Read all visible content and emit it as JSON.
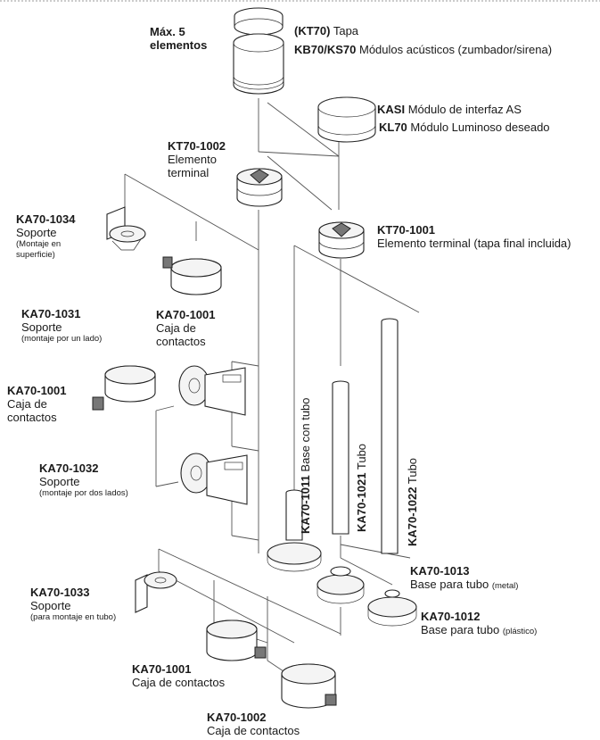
{
  "max_elements": {
    "line1": "Máx. 5",
    "line2": "elementos"
  },
  "labels": {
    "kt70_code": "(KT70)",
    "kt70_text": "Tapa",
    "kb70_code": "KB70/KS70",
    "kb70_text": "Módulos acústicos (zumbador/sirena)",
    "kasi_code": "KASI",
    "kasi_text": "Módulo de interfaz AS",
    "kl70_code": "KL70",
    "kl70_text": "Módulo Luminoso deseado",
    "kt70_1002_code": "KT70-1002",
    "kt70_1002_l1": "Elemento",
    "kt70_1002_l2": "terminal",
    "kt70_1001_code": "KT70-1001",
    "kt70_1001_text": "Elemento terminal (tapa final incluida)",
    "ka70_1034_code": "KA70-1034",
    "ka70_1034_l1": "Soporte",
    "ka70_1034_s1": "(Montaje en",
    "ka70_1034_s2": "superficie)",
    "ka70_1031_code": "KA70-1031",
    "ka70_1031_l1": "Soporte",
    "ka70_1031_s1": "(montaje por un lado)",
    "ka70_1001a_code": "KA70-1001",
    "ka70_1001a_l1": "Caja de",
    "ka70_1001a_l2": "contactos",
    "ka70_1001b_code": "KA70-1001",
    "ka70_1001b_l1": "Caja de",
    "ka70_1001b_l2": "contactos",
    "ka70_1032_code": "KA70-1032",
    "ka70_1032_l1": "Soporte",
    "ka70_1032_s1": "(montaje por dos lados)",
    "ka70_1011_code": "KA70-1011",
    "ka70_1011_text": "Base con tubo",
    "ka70_1021_code": "KA70-1021",
    "ka70_1021_text": "Tubo",
    "ka70_1022_code": "KA70-1022",
    "ka70_1022_text": "Tubo",
    "ka70_1013_code": "KA70-1013",
    "ka70_1013_l1": "Base para tubo",
    "ka70_1013_s1": "(metal)",
    "ka70_1012_code": "KA70-1012",
    "ka70_1012_l1": "Base para tubo",
    "ka70_1012_s1": "(plástico)",
    "ka70_1033_code": "KA70-1033",
    "ka70_1033_l1": "Soporte",
    "ka70_1033_s1": "(para montaje en tubo)",
    "ka70_1001c_code": "KA70-1001",
    "ka70_1001c_l1": "Caja de contactos",
    "ka70_1002_code": "KA70-1002",
    "ka70_1002_l1": "Caja de contactos"
  }
}
